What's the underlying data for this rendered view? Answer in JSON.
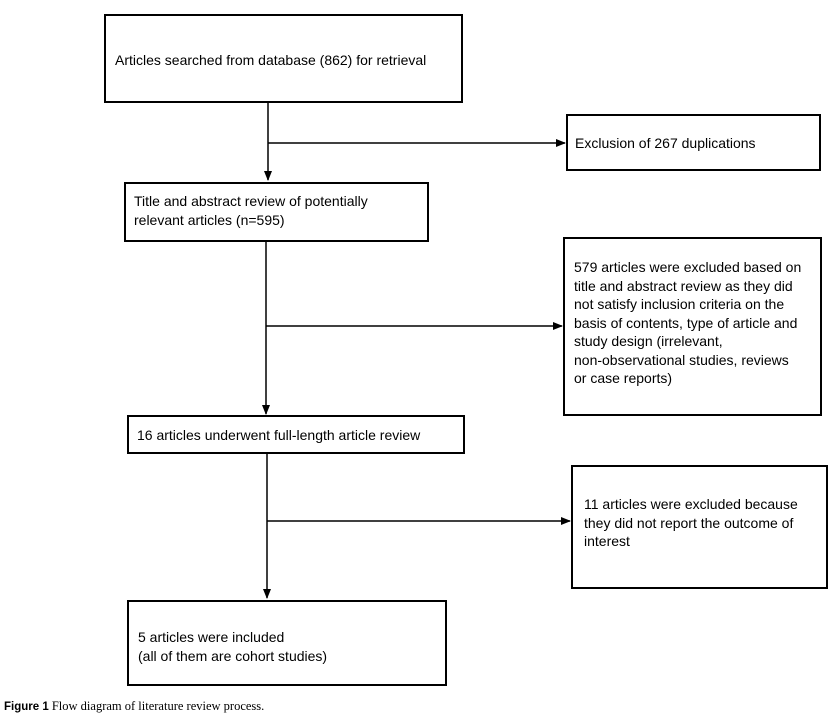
{
  "flow": {
    "search_box": {
      "text": "Articles searched from database (862) for retrieval"
    },
    "exclusion_duplicates_box": {
      "text": "Exclusion of 267 duplications"
    },
    "title_review_box": {
      "lines": [
        "Title and abstract review of potentially",
        "relevant articles (n=595)"
      ]
    },
    "exclusion_title_box": {
      "lines": [
        "579 articles were excluded based on",
        "title and abstract review as they did",
        "not satisfy inclusion criteria on the",
        "basis of contents, type of article and",
        "study design (irrelevant,",
        "non-observational studies, reviews",
        "or case reports)"
      ]
    },
    "fulltext_review_box": {
      "text": "16 articles underwent full-length article review"
    },
    "exclusion_outcome_box": {
      "lines": [
        "11 articles were excluded because",
        "they did not report the outcome of",
        "interest"
      ]
    },
    "included_box": {
      "lines": [
        "5 articles were included",
        "(all of them are cohort studies)"
      ]
    }
  },
  "caption": {
    "label": "Figure 1",
    "text": "Flow diagram of literature review process."
  }
}
